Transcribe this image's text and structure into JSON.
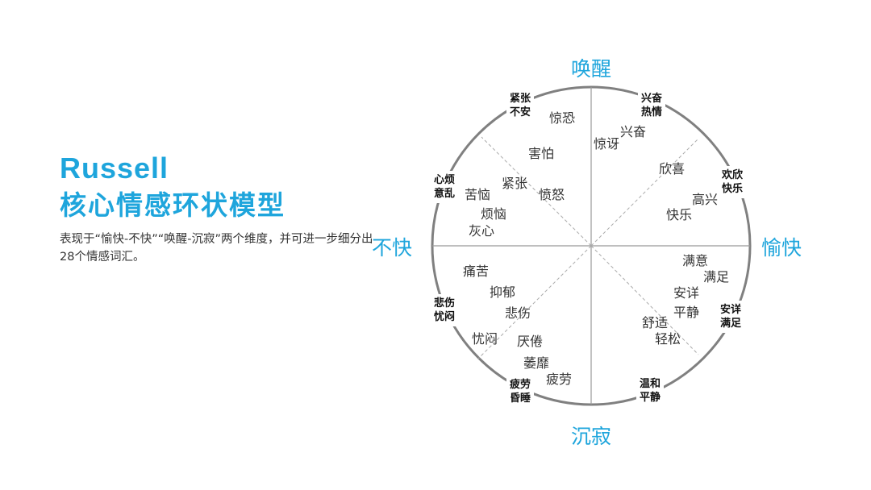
{
  "title": {
    "line1": "Russell",
    "line2": "核心情感环状模型"
  },
  "description": "表现于“愉快-不快”“唤醒-沉寂”两个维度，并可进一步细分出28个情感词汇。",
  "axes": {
    "top": "唤醒",
    "right": "愉快",
    "bottom": "沉寂",
    "left": "不快"
  },
  "zones": [
    {
      "l1": "紧张",
      "l2": "不安"
    },
    {
      "l1": "兴奋",
      "l2": "热情"
    },
    {
      "l1": "欢欣",
      "l2": "快乐"
    },
    {
      "l1": "安详",
      "l2": "满足"
    },
    {
      "l1": "温和",
      "l2": "平静"
    },
    {
      "l1": "疲劳",
      "l2": "昏睡"
    },
    {
      "l1": "悲伤",
      "l2": "忧闷"
    },
    {
      "l1": "心烦",
      "l2": "意乱"
    }
  ],
  "words": [
    "惊恐",
    "害怕",
    "紧张",
    "愤怒",
    "苦恼",
    "烦恼",
    "灰心",
    "惊讶",
    "兴奋",
    "欣喜",
    "高兴",
    "快乐",
    "满意",
    "满足",
    "安详",
    "平静",
    "舒适",
    "轻松",
    "痛苦",
    "抑郁",
    "悲伤",
    "忧闷",
    "厌倦",
    "萎靡",
    "疲劳"
  ],
  "colors": {
    "accent": "#1ea5dc",
    "circle": "#808080"
  }
}
